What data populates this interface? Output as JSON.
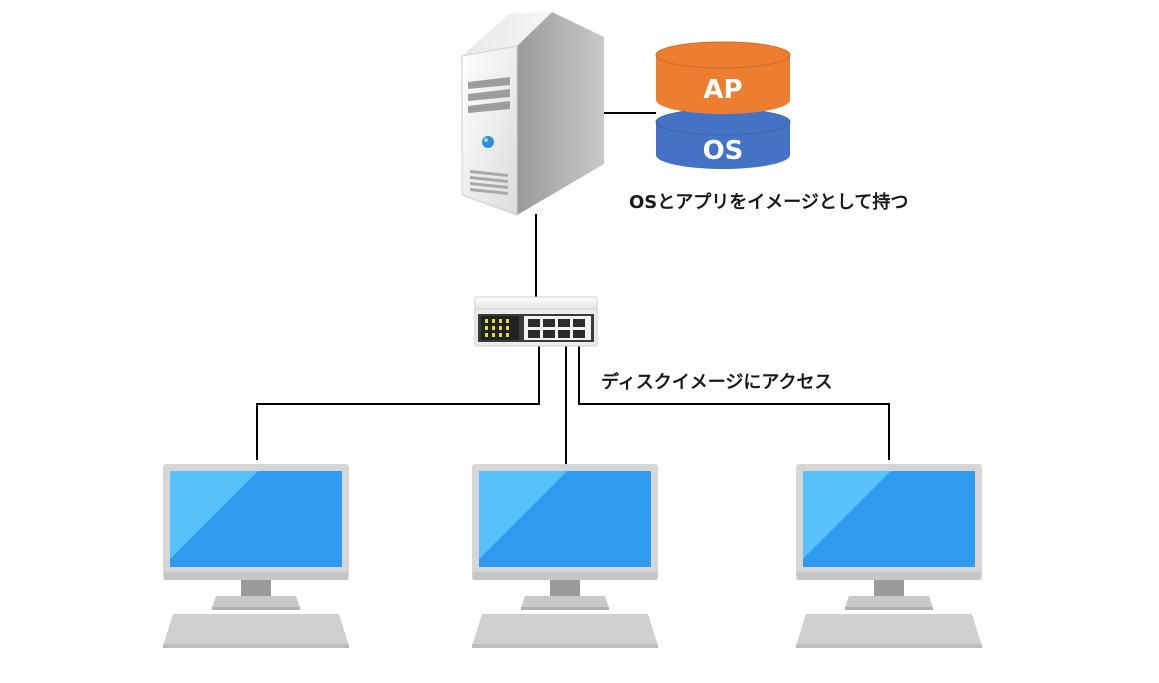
{
  "stack": {
    "ap_label": "AP",
    "os_label": "OS",
    "ap_color": "#ED7D31",
    "os_color": "#4472C4"
  },
  "labels": {
    "server_caption": "OSとアプリをイメージとして持つ",
    "access_caption": "ディスクイメージにアクセス"
  },
  "icons": {
    "server": "server-tower-icon",
    "switch": "network-switch-icon",
    "client": "desktop-computer-icon"
  },
  "colors": {
    "line": "#000000",
    "screen": "#2E9BF0",
    "screen_light": "#58C0FB",
    "bezel": "#D4D4D4"
  }
}
